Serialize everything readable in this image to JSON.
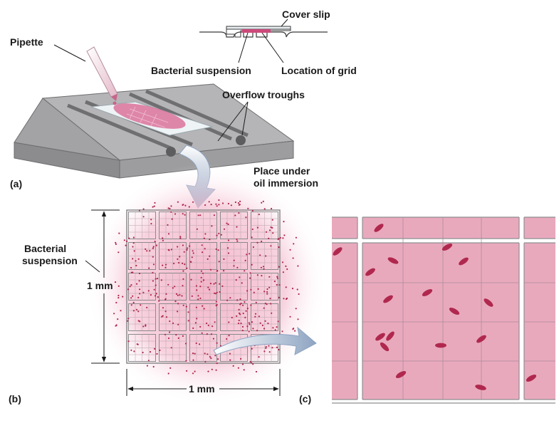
{
  "labels": {
    "pipette": "Pipette",
    "cover_slip": "Cover slip",
    "bacterial_suspension_top": "Bacterial suspension",
    "location_of_grid": "Location of grid",
    "overflow_troughs": "Overflow troughs",
    "place_under_line1": "Place under",
    "place_under_line2": "oil immersion",
    "bacterial_line1": "Bacterial",
    "bacterial_line2": "suspension",
    "dim_vertical": "1 mm",
    "dim_horizontal": "1 mm"
  },
  "parts": {
    "a": "(a)",
    "b": "(b)",
    "c": "(c)"
  },
  "colors": {
    "pink_grid": "#e9a9bd",
    "pink_halo": "#f2b7c9",
    "bacteria": "#b0284e",
    "slide_gray": "#a9a9ab",
    "arrow_blue": "#8fa5c2"
  }
}
